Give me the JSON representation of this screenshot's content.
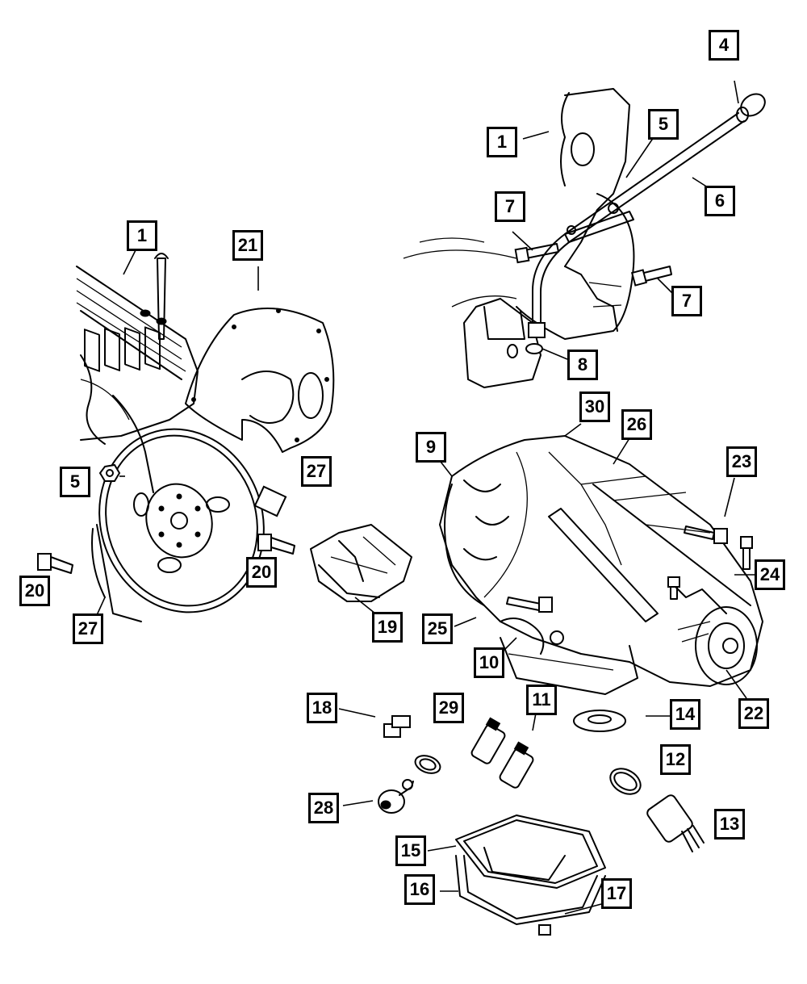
{
  "callouts": [
    {
      "id": "1",
      "text": "1"
    },
    {
      "id": "1b",
      "text": "1"
    },
    {
      "id": "4",
      "text": "4"
    },
    {
      "id": "5",
      "text": "5"
    },
    {
      "id": "5b",
      "text": "5"
    },
    {
      "id": "6",
      "text": "6"
    },
    {
      "id": "7",
      "text": "7"
    },
    {
      "id": "7b",
      "text": "7"
    },
    {
      "id": "8",
      "text": "8"
    },
    {
      "id": "9",
      "text": "9"
    },
    {
      "id": "10",
      "text": "10"
    },
    {
      "id": "11",
      "text": "11"
    },
    {
      "id": "12",
      "text": "12"
    },
    {
      "id": "13",
      "text": "13"
    },
    {
      "id": "14",
      "text": "14"
    },
    {
      "id": "15",
      "text": "15"
    },
    {
      "id": "16",
      "text": "16"
    },
    {
      "id": "17",
      "text": "17"
    },
    {
      "id": "18",
      "text": "18"
    },
    {
      "id": "19",
      "text": "19"
    },
    {
      "id": "20",
      "text": "20"
    },
    {
      "id": "20b",
      "text": "20"
    },
    {
      "id": "21",
      "text": "21"
    },
    {
      "id": "22",
      "text": "22"
    },
    {
      "id": "23",
      "text": "23"
    },
    {
      "id": "24",
      "text": "24"
    },
    {
      "id": "25",
      "text": "25"
    },
    {
      "id": "26",
      "text": "26"
    },
    {
      "id": "27",
      "text": "27"
    },
    {
      "id": "27b",
      "text": "27"
    },
    {
      "id": "28",
      "text": "28"
    },
    {
      "id": "29",
      "text": "29"
    },
    {
      "id": "30",
      "text": "30"
    }
  ]
}
